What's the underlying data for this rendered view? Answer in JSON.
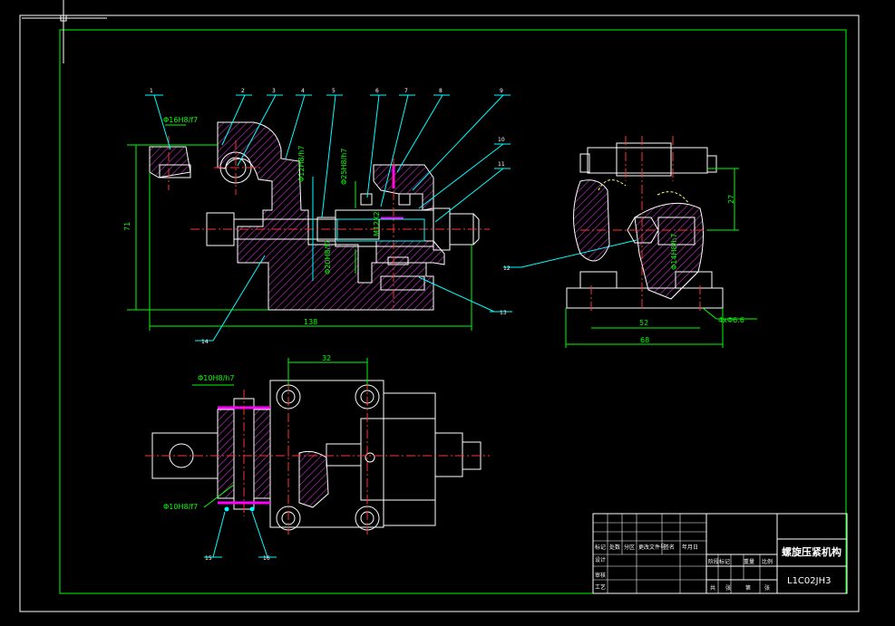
{
  "drawing": {
    "title": "螺旋压紧机构",
    "code": "L1C02JH3",
    "colors": {
      "background": "#000000",
      "frame": "#ffffff",
      "inner_frame": "#00ff00",
      "outline": "#ffffff",
      "leader": "#00ffff",
      "hatch": "#cc33cc",
      "center": "#ff3333",
      "dimension": "#00ff00",
      "accent": "#ff00ff",
      "hidden": "#ffff66"
    }
  },
  "balloons": [
    "1",
    "2",
    "3",
    "4",
    "5",
    "6",
    "7",
    "8",
    "9",
    "10",
    "11",
    "12",
    "13",
    "14",
    "15",
    "16"
  ],
  "dimensions": {
    "front_total_width": "138",
    "front_total_height": "71",
    "front_fit_1": "Φ16H8/f7",
    "front_fit_2": "Φ25H8/h7",
    "front_fit_3": "Φ20H8/f7",
    "front_fit_4": "Φ12H8/h7",
    "front_thread": "M12X2",
    "side_width_52": "52",
    "side_width_68": "68",
    "side_height_27": "27",
    "side_fit": "Φ14H8/h7",
    "side_holes": "4xΦ6.6",
    "top_spacing_32": "32",
    "top_fit_1": "Φ10H8/h7",
    "top_fit_2": "Φ10H8/f7"
  },
  "title_block": {
    "row_labels": [
      "标记",
      "设计",
      "审核",
      "工艺"
    ],
    "header_labels": [
      "处数",
      "分区",
      "更改文件号",
      "签名",
      "年月日"
    ],
    "stage_labels": [
      "阶段标记",
      "重量",
      "比例"
    ],
    "footer_labels": [
      "共",
      "张",
      "第",
      "张"
    ]
  }
}
